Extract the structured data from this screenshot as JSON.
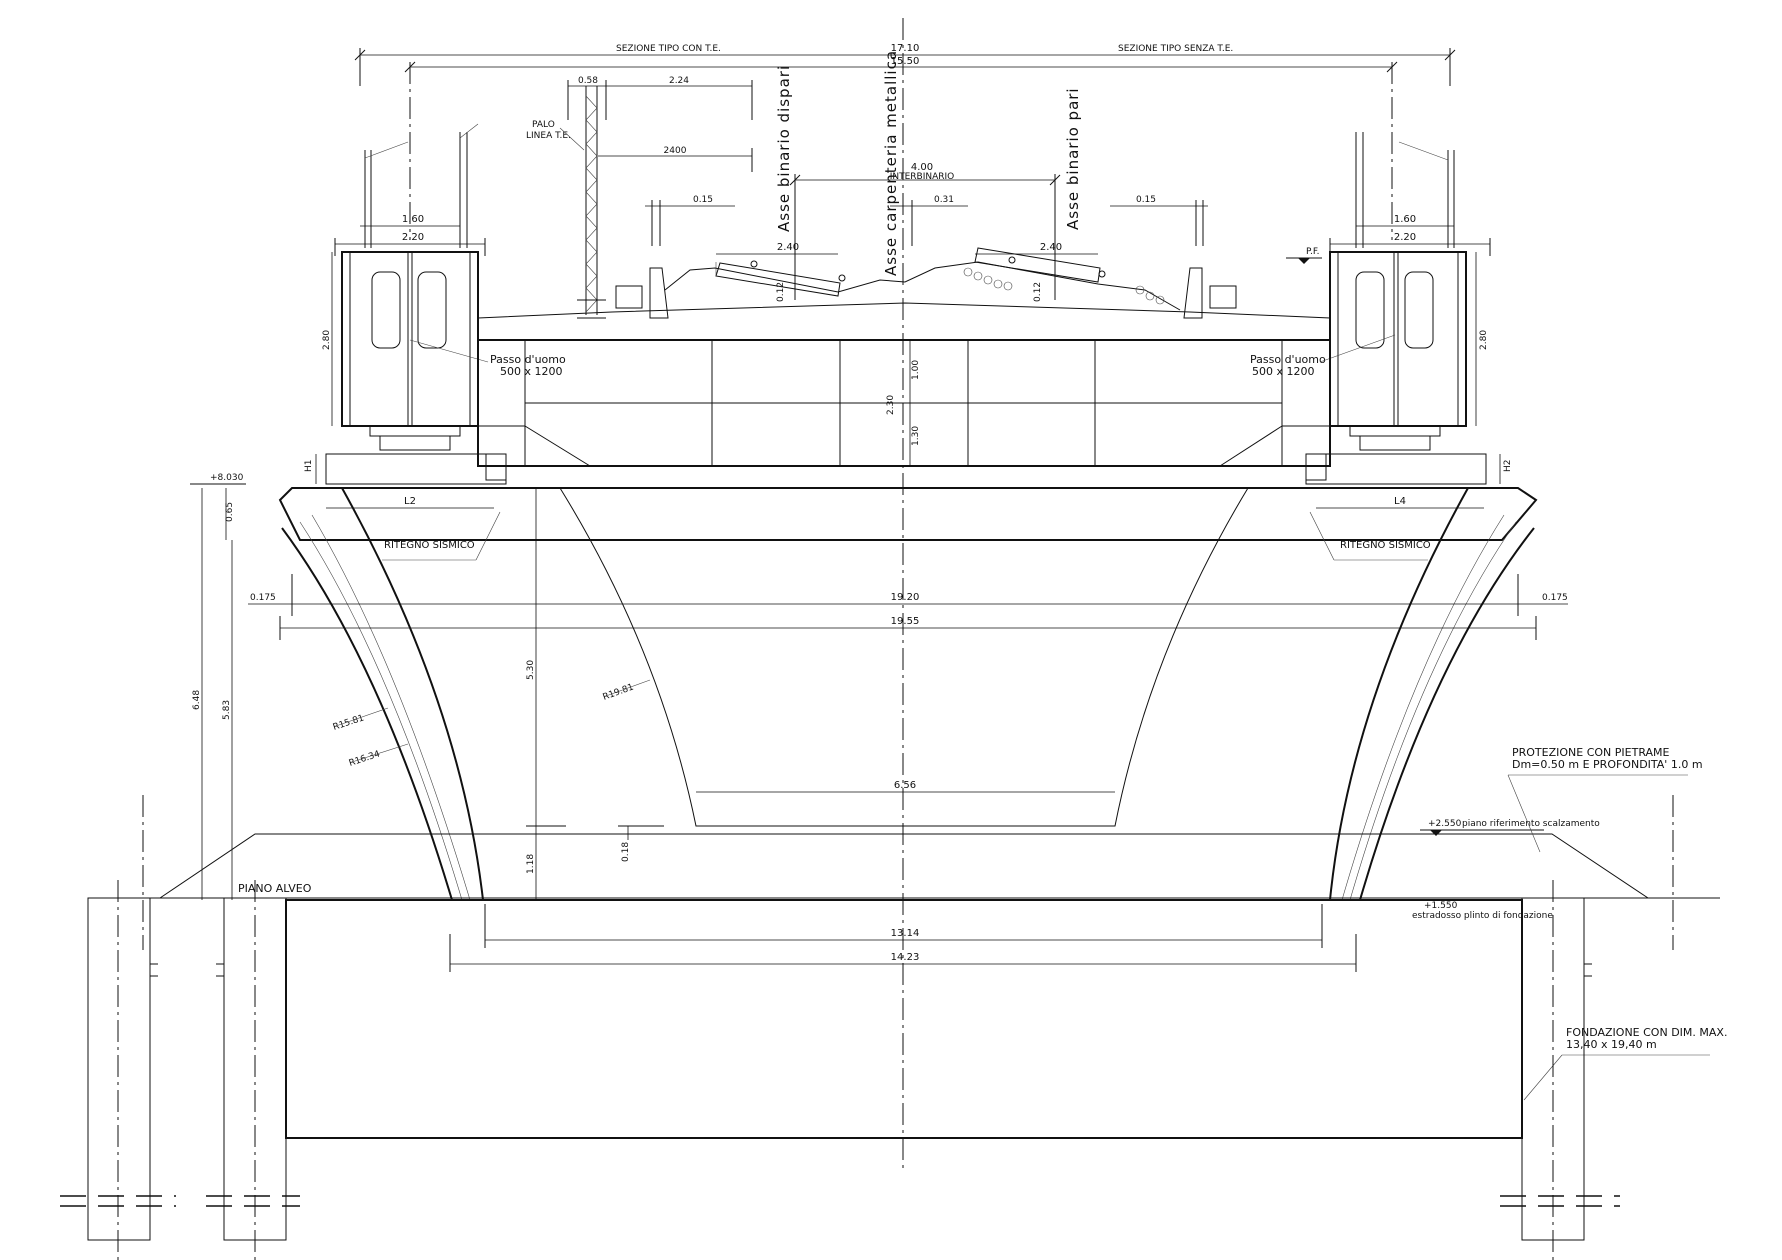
{
  "dims": {
    "top_total": "17.10",
    "top_inner": "15.50",
    "sezione_con": "SEZIONE TIPO CON T.E.",
    "sezione_senza": "SEZIONE TIPO SENZA T.E.",
    "d058": "0.58",
    "d224": "2.24",
    "d2400": "2400",
    "interbinario_val": "4.00",
    "interbinario": "INTERBINARIO",
    "d015_left": "0.15",
    "d031": "0.31",
    "d015_right": "0.15",
    "d160_left": "1.60",
    "d220_left": "2.20",
    "d160_right": "1.60",
    "d220_right": "2.20",
    "d240_left": "2.40",
    "d240_right": "2.40",
    "d012_left": "0.12",
    "d012_right": "0.12",
    "d280_left": "2.80",
    "d280_right": "2.80",
    "d100": "1.00",
    "d230": "2.30",
    "d130": "1.30",
    "h1": "H1",
    "h2": "H2",
    "l2": "L2",
    "l4": "L4",
    "elev_top": "+8.030",
    "d065": "0.65",
    "d0175_left": "0.175",
    "d0175_right": "0.175",
    "d1920": "19.20",
    "d1955": "19.55",
    "d648": "6.48",
    "d583": "5.83",
    "d530": "5.30",
    "r1981": "R19.81",
    "r1581": "R15.81",
    "r1634": "R16.34",
    "d656": "6.56",
    "d018": "0.18",
    "d118": "1.18",
    "d1314": "13.14",
    "d1423": "14.23"
  },
  "labels": {
    "palo": "PALO",
    "linea": "LINEA T.E.",
    "asse_dispari": "Asse binario dispari",
    "asse_carpenteria": "Asse carpenteria metallica",
    "asse_pari": "Asse binario pari",
    "pf": "P.F.",
    "passo_left_1": "Passo d'uomo",
    "passo_left_2": "500 x 1200",
    "passo_right_1": "Passo d'uomo",
    "passo_right_2": "500 x 1200",
    "ritegno_left": "RITEGNO SISMICO",
    "ritegno_right": "RITEGNO SISMICO",
    "piano_alveo": "PIANO ALVEO",
    "protezione_1": "PROTEZIONE CON PIETRAME",
    "protezione_2": "Dm=0.50 m E PROFONDITA' 1.0 m",
    "elev_2550": "+2.550",
    "piano_rif": "piano riferimento scalzamento",
    "elev_1550": "+1.550",
    "estradosso": "estradosso plinto di fondazione",
    "fondazione_1": "FONDAZIONE CON DIM. MAX.",
    "fondazione_2": "13,40 x 19,40 m"
  }
}
